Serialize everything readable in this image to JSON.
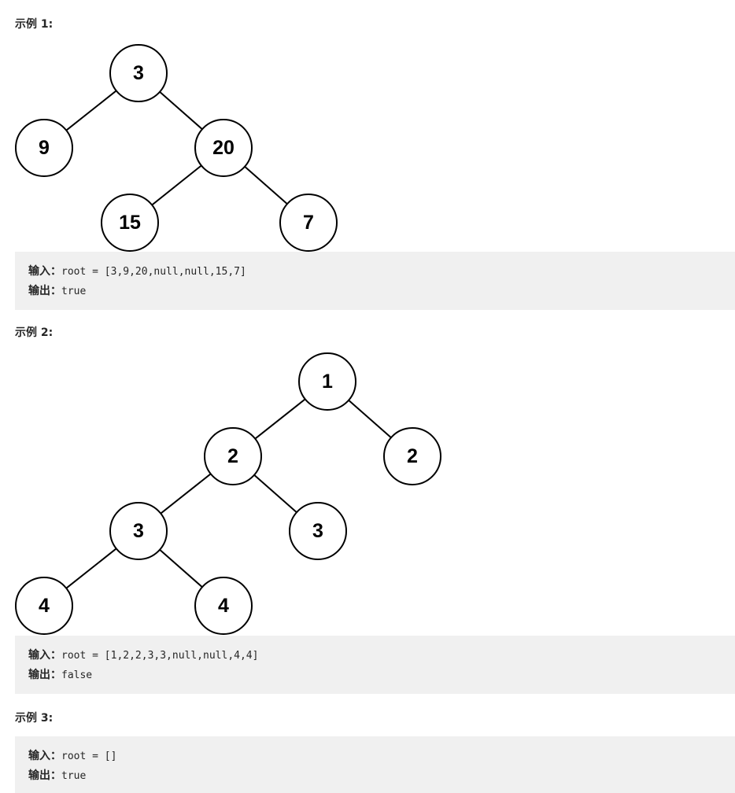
{
  "examples": [
    {
      "heading": "示例 1:",
      "tree": {
        "nodes": [
          {
            "id": "a",
            "label": "3"
          },
          {
            "id": "b",
            "label": "9"
          },
          {
            "id": "c",
            "label": "20"
          },
          {
            "id": "d",
            "label": "15"
          },
          {
            "id": "e",
            "label": "7"
          }
        ],
        "edges": [
          [
            "a",
            "b"
          ],
          [
            "a",
            "c"
          ],
          [
            "c",
            "d"
          ],
          [
            "c",
            "e"
          ]
        ]
      },
      "input_label": "输入：",
      "input_value": "root = [3,9,20,null,null,15,7]",
      "output_label": "输出：",
      "output_value": "true"
    },
    {
      "heading": "示例 2:",
      "tree": {
        "nodes": [
          {
            "id": "a",
            "label": "1"
          },
          {
            "id": "b",
            "label": "2"
          },
          {
            "id": "c",
            "label": "2"
          },
          {
            "id": "d",
            "label": "3"
          },
          {
            "id": "e",
            "label": "3"
          },
          {
            "id": "f",
            "label": "4"
          },
          {
            "id": "g",
            "label": "4"
          }
        ],
        "edges": [
          [
            "a",
            "b"
          ],
          [
            "a",
            "c"
          ],
          [
            "b",
            "d"
          ],
          [
            "b",
            "e"
          ],
          [
            "d",
            "f"
          ],
          [
            "d",
            "g"
          ]
        ]
      },
      "input_label": "输入：",
      "input_value": "root = [1,2,2,3,3,null,null,4,4]",
      "output_label": "输出：",
      "output_value": "false"
    },
    {
      "heading": "示例 3:",
      "input_label": "输入：",
      "input_value": "root = []",
      "output_label": "输出：",
      "output_value": "true"
    }
  ]
}
